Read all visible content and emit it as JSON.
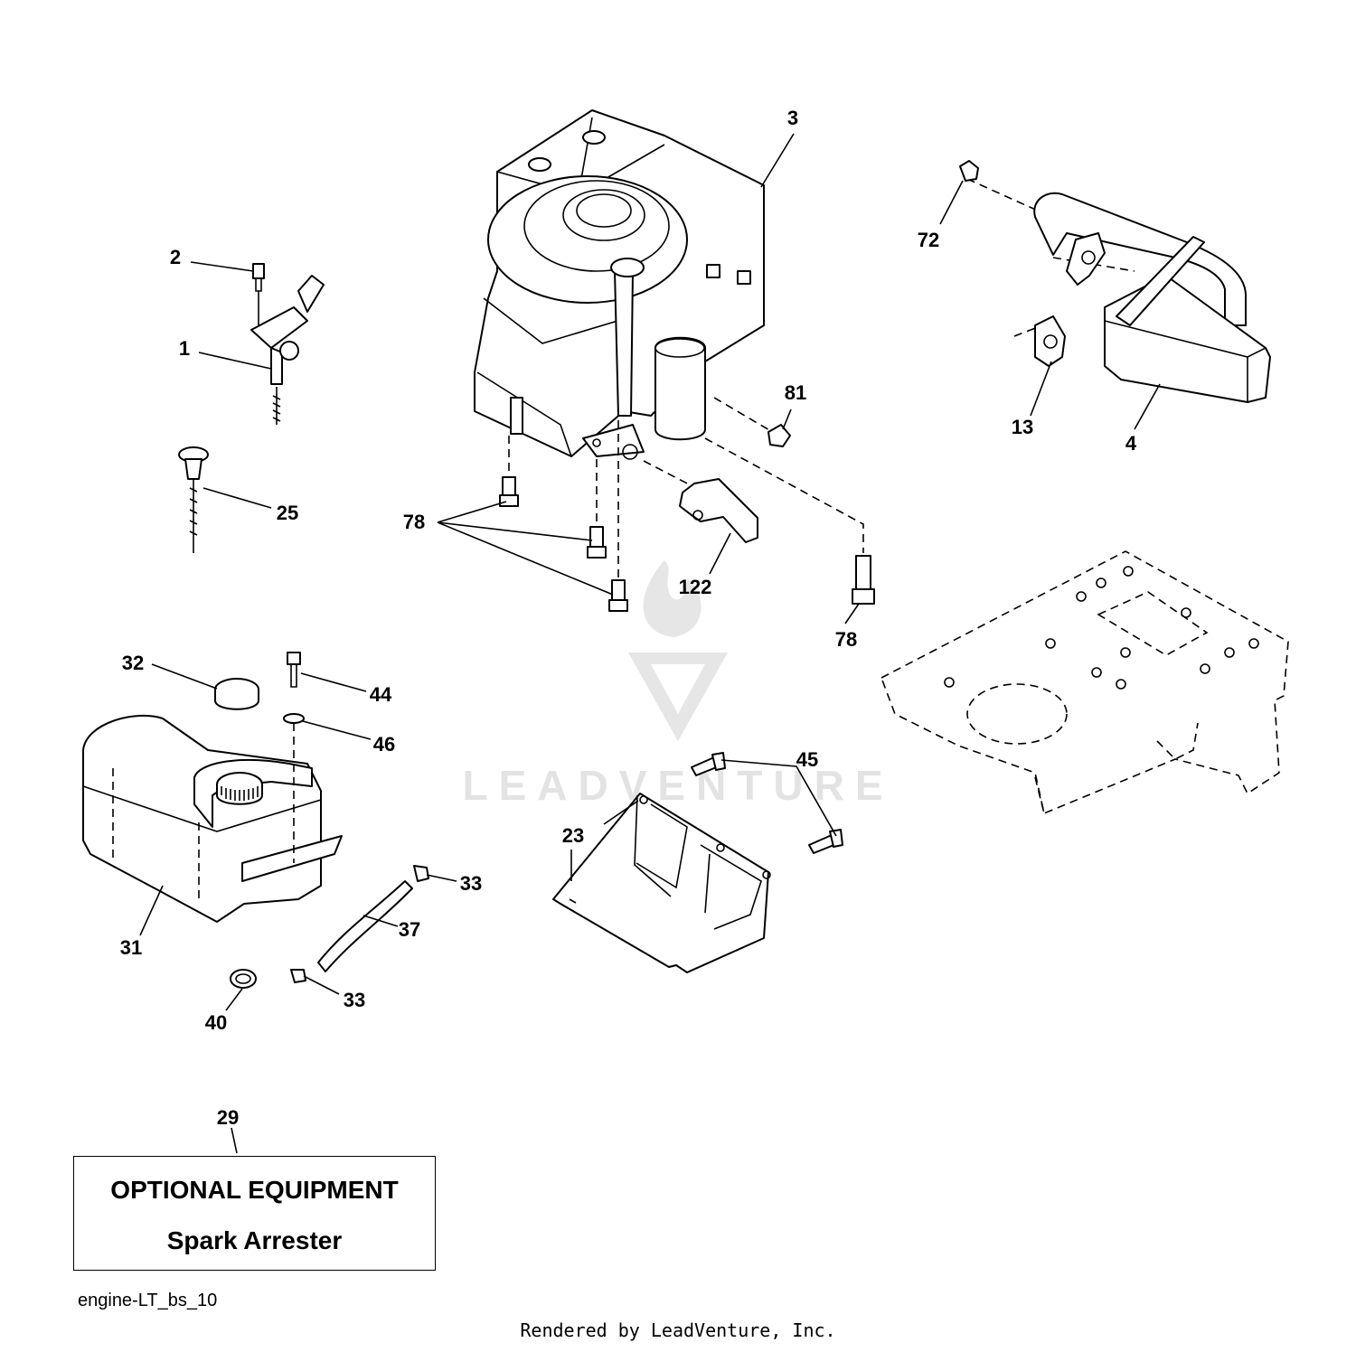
{
  "diagram": {
    "callouts": [
      "1",
      "2",
      "3",
      "4",
      "13",
      "23",
      "25",
      "29",
      "31",
      "32",
      "33",
      "33",
      "37",
      "40",
      "44",
      "45",
      "46",
      "72",
      "78",
      "78",
      "81",
      "122"
    ],
    "optional_box": {
      "title": "OPTIONAL EQUIPMENT",
      "subtitle": "Spark Arrester"
    },
    "figure_id": "engine-LT_bs_10",
    "credit": "Rendered by LeadVenture, Inc.",
    "watermark": "LEADVENTURE"
  }
}
